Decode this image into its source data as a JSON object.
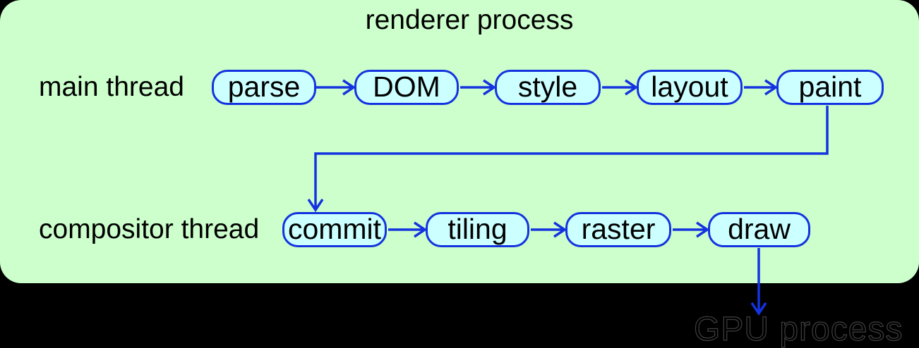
{
  "title": "renderer process",
  "threads": {
    "main": {
      "label": "main thread",
      "nodes": [
        "parse",
        "DOM",
        "style",
        "layout",
        "paint"
      ]
    },
    "compositor": {
      "label": "compositor thread",
      "nodes": [
        "commit",
        "tiling",
        "raster",
        "draw"
      ]
    }
  },
  "external_process": {
    "label": "GPU process"
  },
  "edges": [
    {
      "from": "parse",
      "to": "DOM"
    },
    {
      "from": "DOM",
      "to": "style"
    },
    {
      "from": "style",
      "to": "layout"
    },
    {
      "from": "layout",
      "to": "paint"
    },
    {
      "from": "paint",
      "to": "commit"
    },
    {
      "from": "commit",
      "to": "tiling"
    },
    {
      "from": "tiling",
      "to": "raster"
    },
    {
      "from": "raster",
      "to": "draw"
    },
    {
      "from": "draw",
      "to": "GPU process"
    }
  ],
  "colors": {
    "canvas_background": "#000000",
    "panel_background": "#ccffcc",
    "node_fill": "#ccffff",
    "line_blue": "#1433e0",
    "text": "#000000",
    "gpu_text_outline": "#3f3f3f"
  }
}
